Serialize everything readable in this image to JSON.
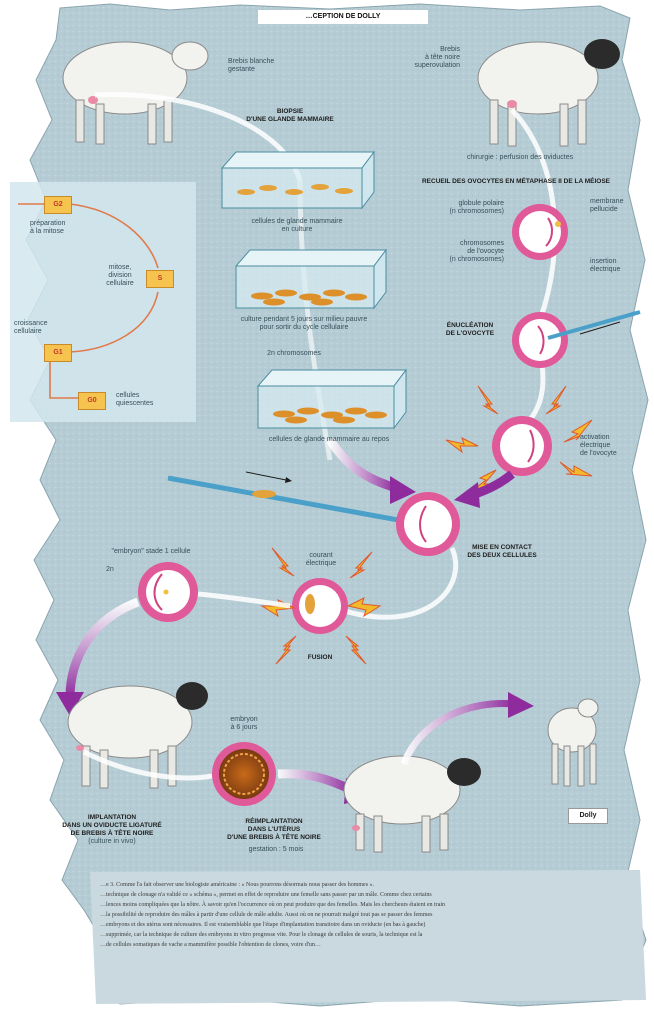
{
  "title": "…CEPTION DE DOLLY",
  "sheep": {
    "white_label": "Brebis blanche\ngestante",
    "black_label": "Brebis\nà tête noire\nsuperovulation"
  },
  "biopsy": "BIOPSIE\nD'UNE GLANDE MAMMAIRE",
  "dishes": {
    "d1": "cellules de glande mammaire\nen culture",
    "d2": "culture pendant 5 jours sur milieu pauvre\npour sortir du cycle cellulaire",
    "d2b": "2n chromosomes",
    "d3": "cellules de glande mammaire au repos"
  },
  "cycle": {
    "g2": "G2",
    "s": "S",
    "g1": "G1",
    "g0": "G0",
    "prep": "préparation\nà la mitose",
    "mitose": "mitose,\ndivision\ncellulaire",
    "croissance": "croissance\ncellulaire",
    "quiescentes": "cellules\nquiescentes"
  },
  "oocyte": {
    "chirurgie": "chirurgie : perfusion des oviductes",
    "recueil": "RECUEIL DES OVOCYTES EN MÉTAPHASE II DE LA MÉIOSE",
    "globule": "globule polaire\n(n chromosomes)",
    "chromosomes": "chromosomes\nde l'ovocyte\n(n chromosomes)",
    "membrane": "membrane\npellucide",
    "insertion": "insertion\nélectrique",
    "enucleation": "ÉNUCLÉATION\nDE L'OVOCYTE",
    "activation": "activation\nélectrique\nde l'ovocyte"
  },
  "contact": "MISE EN CONTACT\nDES DEUX CELLULES",
  "embryon": "\"embryon\" stade 1 cellule",
  "two_n": "2n",
  "courant": "courant\nélectrique",
  "fusion": "FUSION",
  "implantation": "IMPLANTATION\nDANS UN OVIDUCTE LIGATURÉ\nDE BREBIS À TÊTE NOIRE",
  "implantation_sub": "(culture in vivo)",
  "embryon6": "embryon\nà 6 jours",
  "reimplant": "RÉIMPLANTATION\nDANS L'UTÉRUS\nD'UNE BREBIS À TÊTE NOIRE",
  "gestation": "gestation : 5 mois",
  "dolly": "Dolly",
  "caption": [
    "…e 3. Comme l'a fait observer une biologiste américaine : « Nous pourrons désormais nous passer des hommes ».",
    "…technique de clonage n'a validé ce « schéma », permet en effet de reproduire une femelle sans passer par un mâle. Comme chez certains",
    "…lences moins compliquées que la nôtre. À savoir qu'en l'occurrence où on peut produire que des femelles. Mais les chercheurs étaient en train",
    "…la possibilité de reproduire des mâles à partir d'une cellule de mâle adulte. Aussi où on ne pourrait malgré tout pas se passer des femmes",
    "…embryons et des utérus sont nécessaires. Il est vraisemblable que l'étape d'implantation transitoire dans un oviducte (en bas à gauche)",
    "…supprimée, car la technique de culture des embryons in vitro progresse vite. Pour le clonage de cellules de souris, la technique est la",
    "…de cellules somatiques de vache a mammifère possible l'obtention de clones, voire d'un…"
  ]
}
